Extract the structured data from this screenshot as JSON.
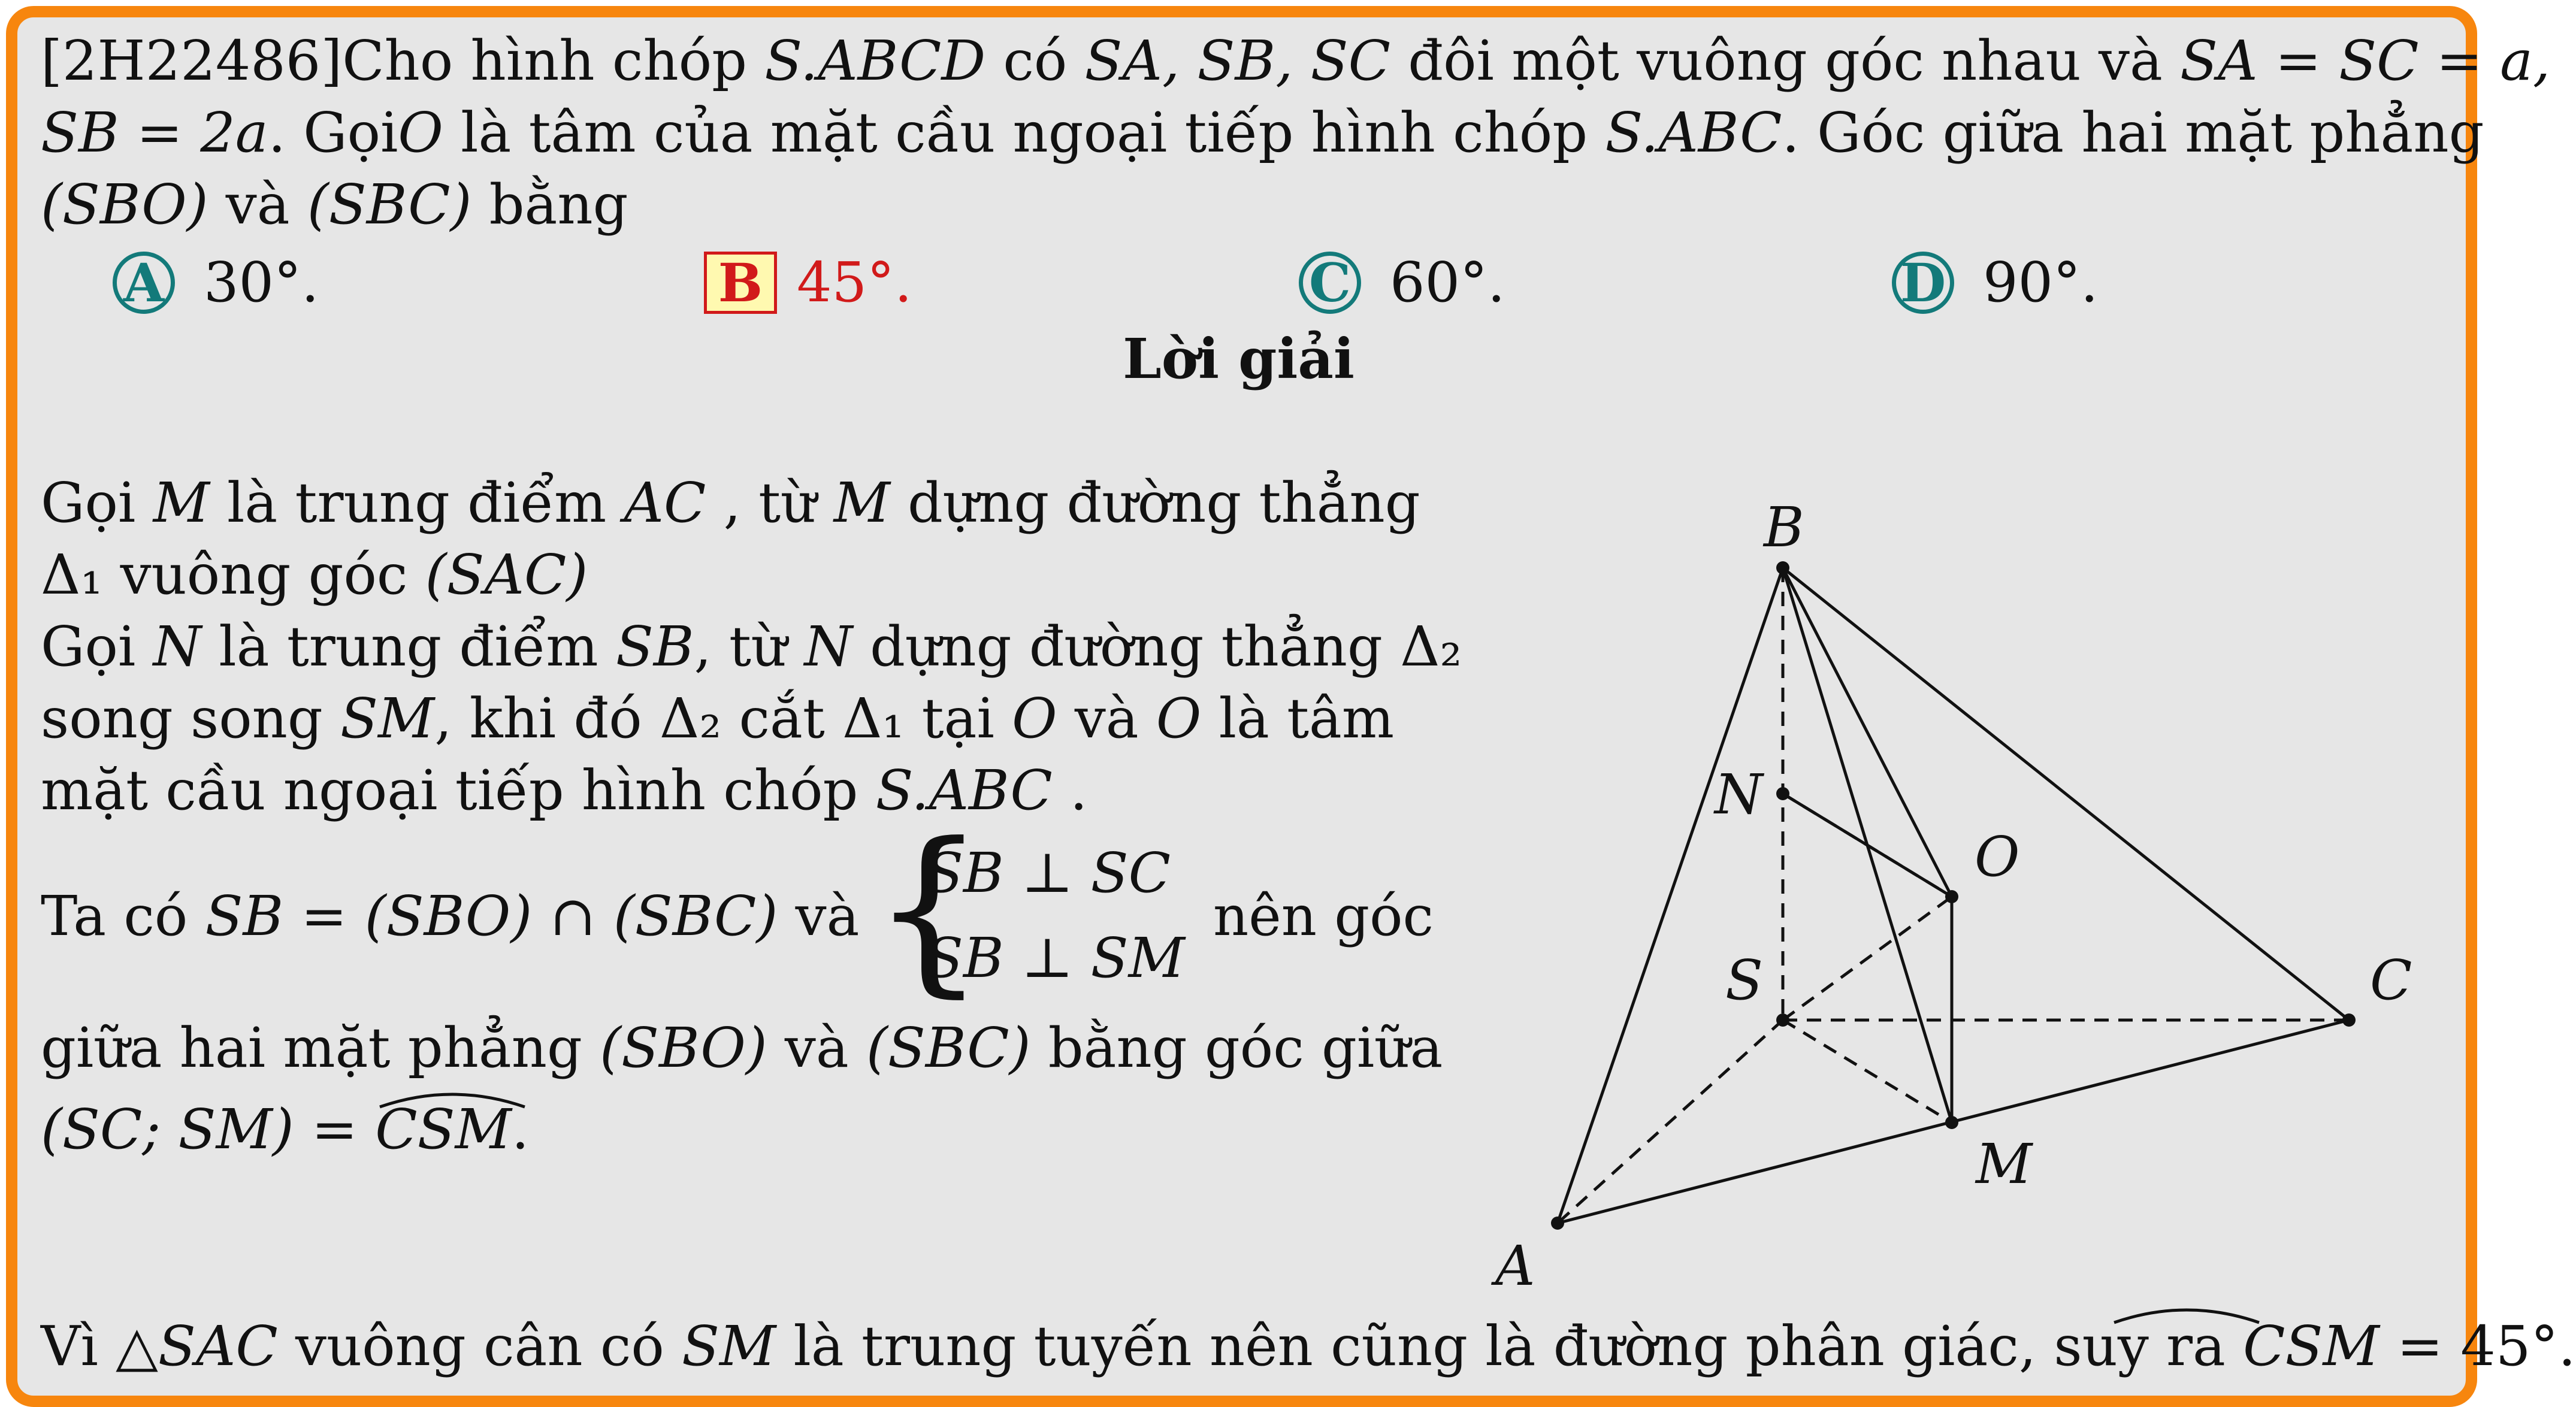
{
  "problem": {
    "line1_a": "[2H22486]Cho hình chóp ",
    "line1_b": "S.ABCD",
    "line1_c": " có ",
    "line1_d": "SA, SB, SC",
    "line1_e": " đôi một vuông góc nhau và ",
    "line1_f": "SA = SC = a,",
    "line2_a": "SB = 2a",
    "line2_b": ". Gọi ",
    "line2_c": "O",
    "line2_d": " là tâm của mặt cầu ngoại tiếp hình chóp ",
    "line2_e": "S.ABC",
    "line2_f": ". Góc giữa hai mặt phẳng",
    "line3_a": "(SBO)",
    "line3_b": " và ",
    "line3_c": "(SBC)",
    "line3_d": " bằng"
  },
  "options": [
    {
      "letter": "A",
      "value": "30°.",
      "correct": false
    },
    {
      "letter": "B",
      "value": "45°.",
      "correct": true
    },
    {
      "letter": "C",
      "value": "60°.",
      "correct": false
    },
    {
      "letter": "D",
      "value": "90°.",
      "correct": false
    }
  ],
  "solution_title": "Lời giải",
  "solution": {
    "p1_l1_a": "Gọi ",
    "p1_l1_b": "M",
    "p1_l1_c": " là trung điểm ",
    "p1_l1_d": "AC",
    "p1_l1_e": " , từ ",
    "p1_l1_f": "M",
    "p1_l1_g": " dựng đường thẳng",
    "p1_l2_a": "Δ₁",
    "p1_l2_b": " vuông góc ",
    "p1_l2_c": "(SAC)",
    "p2_l1_a": "Gọi ",
    "p2_l1_b": "N",
    "p2_l1_c": " là trung điểm ",
    "p2_l1_d": "SB",
    "p2_l1_e": ", từ ",
    "p2_l1_f": "N",
    "p2_l1_g": " dựng đường thẳng ",
    "p2_l1_h": "Δ₂",
    "p2_l2_a": "song song ",
    "p2_l2_b": "SM",
    "p2_l2_c": ", khi đó ",
    "p2_l2_d": "Δ₂",
    "p2_l2_e": " cắt ",
    "p2_l2_f": "Δ₁",
    "p2_l2_g": " tại ",
    "p2_l2_h": "O",
    "p2_l2_i": " và ",
    "p2_l2_j": "O",
    "p2_l2_k": " là tâm",
    "p2_l3_a": "mặt cầu ngoại tiếp hình chóp ",
    "p2_l3_b": "S.ABC",
    "p2_l3_c": " .",
    "p3_a": "Ta có ",
    "p3_b": "SB = (SBO) ∩ (SBC)",
    "p3_c": " và ",
    "p3_sys1": "SB ⊥ SC",
    "p3_sys2": "SB ⊥ SM",
    "p3_d": " nên góc",
    "p4_l1_a": "giữa hai mặt phẳng ",
    "p4_l1_b": "(SBO)",
    "p4_l1_c": " và ",
    "p4_l1_d": "(SBC)",
    "p4_l1_e": " bằng góc giữa",
    "p4_l2_a": "(SC; SM) = ",
    "p4_l2_b": "CSM",
    "p4_l2_c": ".",
    "final_a": "Vì △",
    "final_b": "SAC",
    "final_c": " vuông cân có ",
    "final_d": "SM",
    "final_e": " là trung tuyến nên cũng là đường phân giác, suy ra ",
    "final_f": "CSM",
    "final_g": " = 45°."
  },
  "figure_labels": {
    "B": "B",
    "N": "N",
    "O": "O",
    "S": "S",
    "C": "C",
    "M": "M",
    "A": "A"
  }
}
